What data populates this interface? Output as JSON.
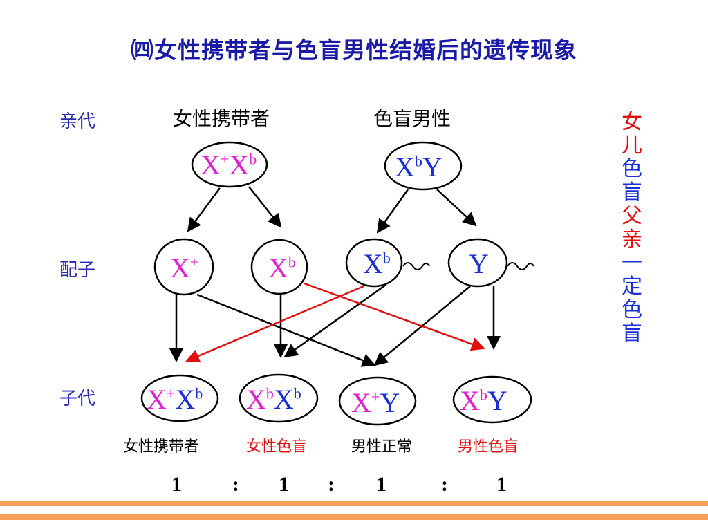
{
  "title": "㈣女性携带者与色盲男性结婚后的遗传现象",
  "rows": {
    "parent": "亲代",
    "gamete": "配子",
    "offspring": "子代"
  },
  "parents": {
    "female_label": "女性携带者",
    "male_label": "色盲男性",
    "female_genotype": {
      "a": "X",
      "a_sup": "+",
      "b": "X",
      "b_sup": "b"
    },
    "male_genotype": {
      "a": "X",
      "a_sup": "b",
      "b": "Y"
    }
  },
  "gametes": [
    {
      "base": "X",
      "sup": "+"
    },
    {
      "base": "X",
      "sup": "b"
    },
    {
      "base": "X",
      "sup": "b"
    },
    {
      "base": "Y",
      "sup": ""
    }
  ],
  "offspring": [
    {
      "g1": "X",
      "s1": "+",
      "g2": "X",
      "s2": "b",
      "label": "女性携带者"
    },
    {
      "g1": "X",
      "s1": "b",
      "g2": "X",
      "s2": "b",
      "label": "女性色盲"
    },
    {
      "g1": "X",
      "s1": "+",
      "g2": "Y",
      "s2": "",
      "label": "男性正常"
    },
    {
      "g1": "X",
      "s1": "b",
      "g2": "Y",
      "s2": "",
      "label": "男性色盲"
    }
  ],
  "side_note": [
    "女",
    "儿",
    "色",
    "盲",
    "父",
    "亲",
    "一",
    "定",
    "色",
    "盲"
  ],
  "ratio": [
    "1",
    ":",
    "1",
    ":",
    "1",
    ":",
    "1"
  ],
  "colors": {
    "title": "#1a1aa6",
    "row_label": "#2a2ab0",
    "pink": "#e01ed2",
    "blue": "#1a2fd6",
    "red": "#e01010",
    "accent_bar": "#f6a15a"
  }
}
